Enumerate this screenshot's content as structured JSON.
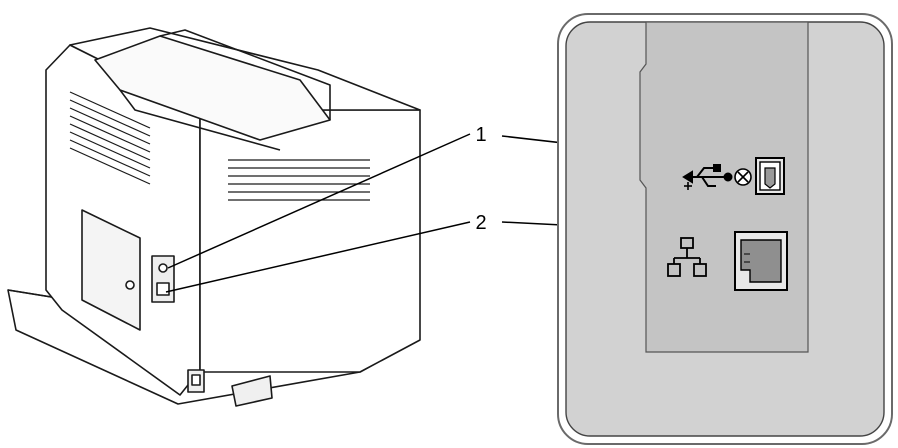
{
  "callouts": [
    {
      "number": "1",
      "port": "usb-port"
    },
    {
      "number": "2",
      "port": "ethernet-port"
    }
  ],
  "icons": {
    "printer": "printer-rear-view",
    "usb": "usb-icon",
    "ethernet": "network-icon",
    "no_connect": "circle-x-icon"
  },
  "colors": {
    "panel_fill": "#d2d2d2",
    "panel_inner": "#c4c4c4",
    "outline": "#1a1a1a",
    "background": "#ffffff"
  }
}
